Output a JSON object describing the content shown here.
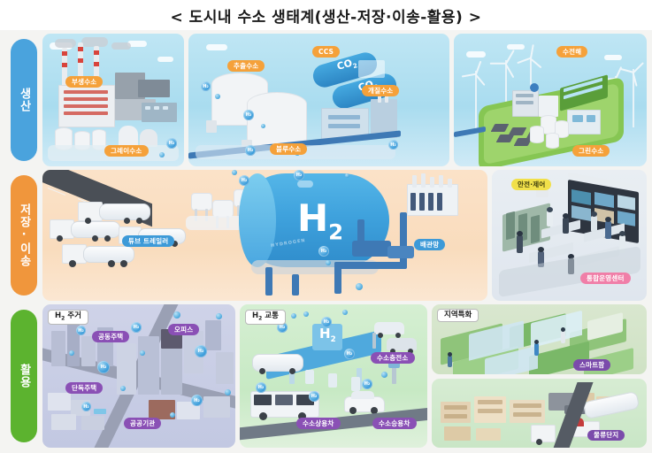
{
  "title": "<  도시내  수소  생태계(생산-저장·이송-활용)  >",
  "stages": [
    {
      "id": "production",
      "label": "생산",
      "color": "#4aa3dd"
    },
    {
      "id": "storage_transport",
      "label": "저장·이송",
      "color": "#f0963c"
    },
    {
      "id": "utilization",
      "label": "활용",
      "color": "#5cb32f"
    }
  ],
  "production": {
    "panel_byproduct": {
      "name": "byproduct-hydrogen-panel",
      "badges": [
        {
          "text": "부생수소",
          "color": "#f5a13a"
        },
        {
          "text": "그레이수소",
          "color": "#f5a13a"
        }
      ]
    },
    "panel_extraction": {
      "name": "extraction-hydrogen-panel",
      "badges": [
        {
          "text": "추출수소",
          "color": "#f5a13a"
        },
        {
          "text": "CCS",
          "color": "#f5a13a"
        },
        {
          "text": "블루수소",
          "color": "#f5a13a"
        },
        {
          "text": "개질수소",
          "color": "#f5a13a"
        }
      ],
      "cylinder_labels": [
        "CO2",
        "CO2"
      ]
    },
    "panel_renewable": {
      "name": "renewable-hydrogen-panel",
      "badges": [
        {
          "text": "수전해",
          "color": "#f5a13a"
        },
        {
          "text": "그린수소",
          "color": "#f5a13a"
        }
      ]
    }
  },
  "storage": {
    "panel_transport": {
      "name": "hydrogen-transport-panel",
      "badges": [
        {
          "text": "튜브 트레일러",
          "color": "#3d9ad8"
        },
        {
          "text": "배관망",
          "color": "#3d9ad8"
        }
      ],
      "tank_label": "H2",
      "tank_sub_label": "HYDROGEN"
    },
    "panel_control": {
      "name": "control-center-panel",
      "badges": [
        {
          "text": "안전·제어",
          "color": "#f1e04a"
        },
        {
          "text": "통합운영센터",
          "color": "#f07fa8"
        }
      ]
    }
  },
  "utilization": {
    "panel_housing": {
      "name": "hydrogen-housing-panel",
      "tag": "H2 주거",
      "badges": [
        {
          "text": "공동주택",
          "color": "#8a50b5"
        },
        {
          "text": "오피스",
          "color": "#8a50b5"
        },
        {
          "text": "단독주택",
          "color": "#8a50b5"
        },
        {
          "text": "공공기관",
          "color": "#8a50b5"
        }
      ]
    },
    "panel_mobility": {
      "name": "hydrogen-mobility-panel",
      "tag": "H2 교통",
      "badges": [
        {
          "text": "수소충전소",
          "color": "#8a50b5"
        },
        {
          "text": "수소상용차",
          "color": "#8a50b5"
        },
        {
          "text": "수소승용차",
          "color": "#8a50b5"
        }
      ],
      "station_label": "H2"
    },
    "panel_smartfarm": {
      "name": "regional-specialization-panel",
      "tag": "지역특화",
      "badges": [
        {
          "text": "스마트팜",
          "color": "#7b4bab"
        }
      ]
    },
    "panel_logistics": {
      "name": "logistics-complex-panel",
      "badges": [
        {
          "text": "물류단지",
          "color": "#7b4bab"
        }
      ]
    }
  },
  "markers": {
    "bubble_label": "H2"
  },
  "colors": {
    "production_accent": "#4aa3dd",
    "storage_accent": "#f0963c",
    "utilization_accent": "#5cb32f",
    "badge_orange": "#f5a13a",
    "badge_blue": "#3d9ad8",
    "badge_purple": "#8a50b5",
    "badge_yellow": "#f1e04a",
    "badge_pink": "#f07fa8",
    "page_background": "#f4f4f2"
  }
}
